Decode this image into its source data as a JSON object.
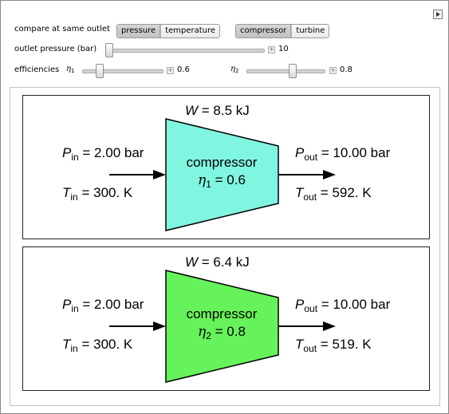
{
  "controls": {
    "compare_label": "compare at same outlet",
    "compare_options": [
      "pressure",
      "temperature"
    ],
    "compare_selected": "pressure",
    "device_options": [
      "compressor",
      "turbine"
    ],
    "device_selected": "compressor",
    "outlet_label": "outlet pressure (bar)",
    "outlet_value": "10",
    "efficiencies_label": "efficiencies",
    "eta_symbol": "η",
    "eta1_sub": "1",
    "eta2_sub": "2",
    "eta1_value": "0.6",
    "eta2_value": "0.8",
    "outlet_fraction": 0.0,
    "eta1_fraction": 0.2,
    "eta2_fraction": 0.6
  },
  "panels": [
    {
      "work_label": "W",
      "work_value": " = 8.5  kJ",
      "p_in_label": "P",
      "p_in_sub": "in",
      "p_in_value": " = 2.00 bar",
      "t_in_label": "T",
      "t_in_sub": "in",
      "t_in_value": " = 300. K",
      "p_out_label": "P",
      "p_out_sub": "out",
      "p_out_value": " = 10.00 bar",
      "t_out_label": "T",
      "t_out_sub": "out",
      "t_out_value": " = 592. K",
      "device_name": "compressor",
      "eta_sym": "η",
      "eta_sub": "1",
      "eta_value": " = 0.6",
      "fill_color": "#80f5e0"
    },
    {
      "work_label": "W",
      "work_value": " = 6.4  kJ",
      "p_in_label": "P",
      "p_in_sub": "in",
      "p_in_value": " = 2.00 bar",
      "t_in_label": "T",
      "t_in_sub": "in",
      "t_in_value": " = 300. K",
      "p_out_label": "P",
      "p_out_sub": "out",
      "p_out_value": " = 10.00 bar",
      "t_out_label": "T",
      "t_out_sub": "out",
      "t_out_value": " = 519. K",
      "device_name": "compressor",
      "eta_sym": "η",
      "eta_sub": "2",
      "eta_value": " = 0.8",
      "fill_color": "#66f25a"
    }
  ]
}
